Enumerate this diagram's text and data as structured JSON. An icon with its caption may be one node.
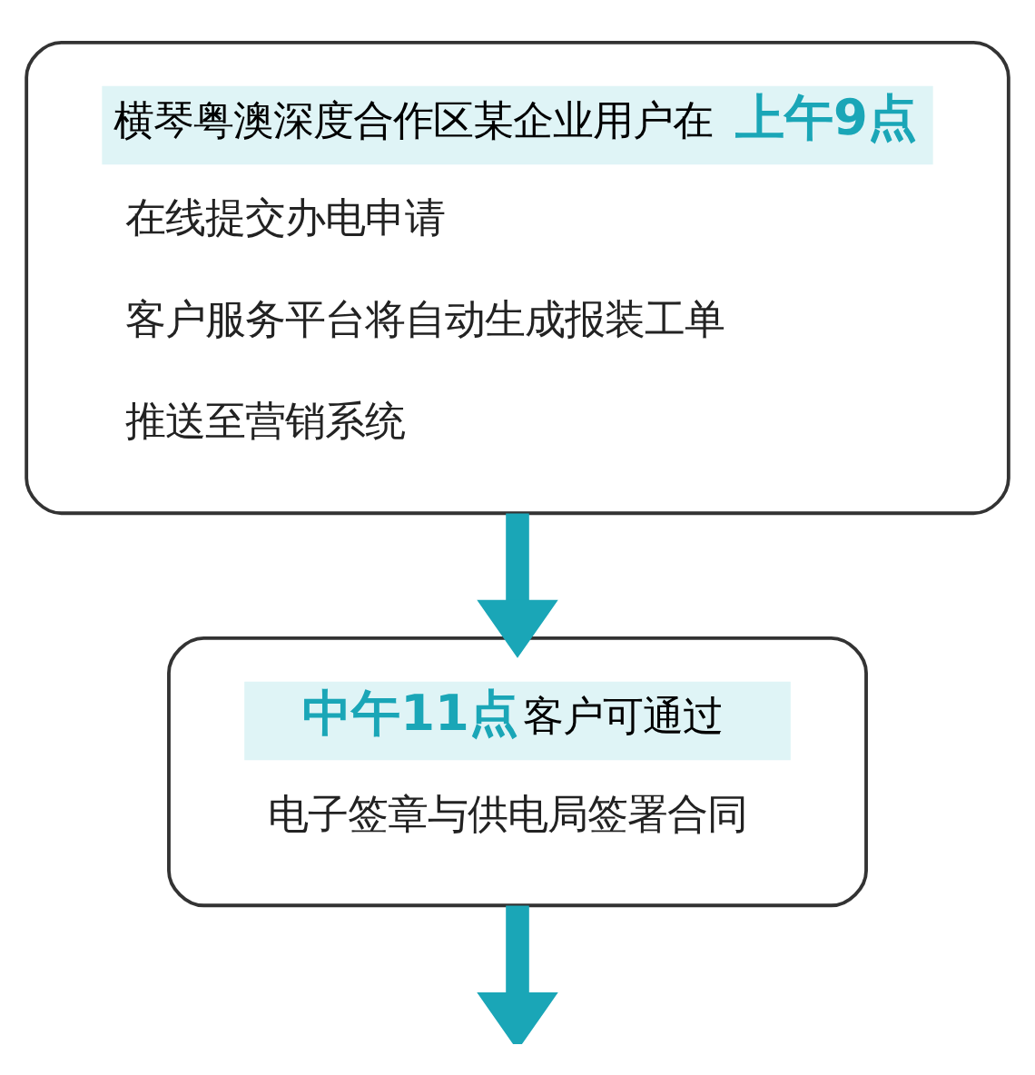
{
  "diagram": {
    "nodes": [
      {
        "text": [
          "横琴粤澳深度合作区某企业用户在**上午9点**",
          "在线提交办电申请",
          "客户服务平台将自动生成报装工单",
          "推送至营销系统"
        ]
      },
      {
        "text": [
          "**中午11点**客户可通过",
          "电子签章与供电局签署合同"
        ]
      }
    ],
    "edges": [
      {
        "from": 0,
        "to": 1,
        "arrow": "to"
      },
      {
        "from": 1,
        "to": null,
        "arrow": "to"
      }
    ]
  }
}
